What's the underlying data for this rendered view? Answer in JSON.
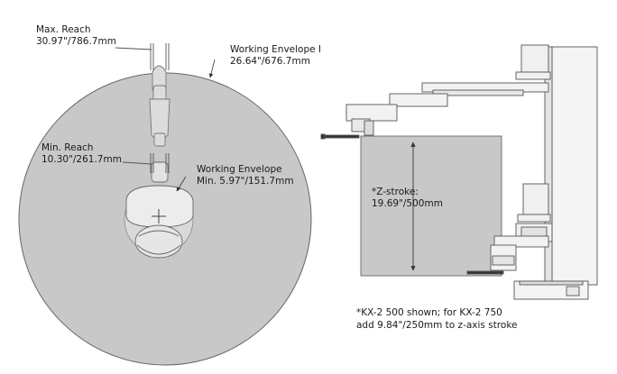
{
  "top_view": {
    "max_reach": {
      "title": "Max. Reach",
      "value": "30.97\"/786.7mm"
    },
    "working_envelope_max": {
      "title": "Working Envelope I",
      "value": "26.64\"/676.7mm"
    },
    "min_reach": {
      "title": "Min. Reach",
      "value": "10.30\"/261.7mm"
    },
    "working_envelope_min": {
      "title": "Working Envelope",
      "value": "Min. 5.97\"/151.7mm"
    }
  },
  "side_view": {
    "z_stroke": {
      "title": "*Z-stroke:",
      "value": "19.69\"/500mm"
    },
    "footnote": {
      "line1": "*KX-2 500 shown; for KX-2 750",
      "line2": "add 9.84\"/250mm to z-axis stroke"
    }
  },
  "colors": {
    "envelope_fill": "#c8c8c8",
    "outline": "#555555",
    "robot_fill": "#e6e6e6",
    "text": "#1a1a1a"
  }
}
